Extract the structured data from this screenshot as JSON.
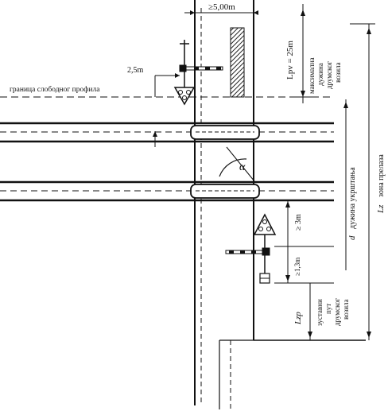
{
  "dimensions": {
    "min_width": "≥5,00m",
    "offset_2_5": "2,5m",
    "lpv_25": "Lpv = 25m",
    "ge_3m": "≥ 3m",
    "ge_1_3m": "≥1,3m",
    "lzp": "Lzp",
    "lz": "Lz"
  },
  "labels": {
    "free_profile_boundary": "граница слободног профила",
    "max_vehicle_length": [
      "максимална",
      "дужина",
      "друмског",
      "возила"
    ],
    "crossing_length": "дужина укрштања",
    "crossing_zone": "зона прелаза",
    "d_symbol": "d",
    "stopping_path": [
      "зуставни",
      "пут",
      "друмског",
      "возила"
    ],
    "angle_symbol": "α"
  }
}
